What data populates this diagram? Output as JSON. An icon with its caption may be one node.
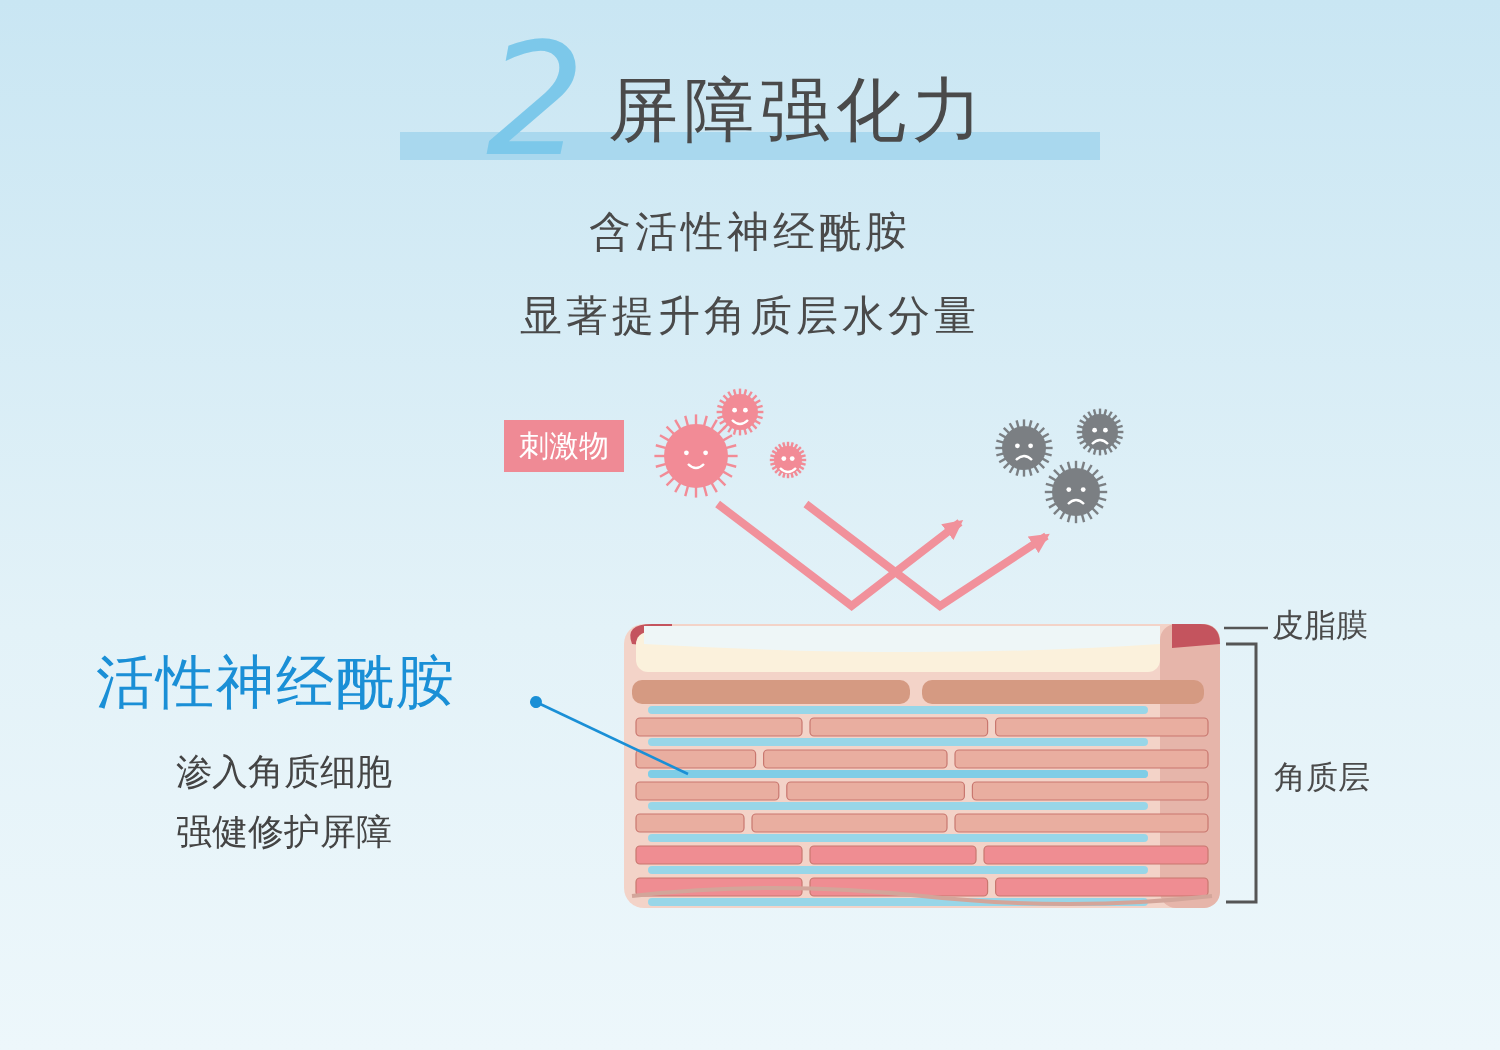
{
  "diagram": {
    "title": "屏障强化力",
    "nodes": [
      {
        "text": [
          "刺激物"
        ]
      },
      {
        "text": [],
        "shape": "picture"
      },
      {
        "text": [],
        "shape": "picture"
      },
      {
        "text": [],
        "shape": "picture"
      },
      {
        "text": [
          "活性神经酰胺",
          "渗入角质细胞",
          "强健修护屏障"
        ]
      },
      {
        "text": [],
        "shape": "bar",
        "in": 3
      },
      {
        "text": [
          "皮脂膜"
        ]
      }
    ],
    "edges": [
      {
        "from": 1,
        "to": 2,
        "arrow": "to",
        "style": "thick"
      },
      {
        "from": 1,
        "to": 2,
        "arrow": "to",
        "style": "thick"
      },
      {
        "from": 4,
        "to": 5,
        "arrow": "other",
        "color": "#1a8fd6"
      },
      {
        "from": 6,
        "to": 3,
        "arrow": "none",
        "color": "#555555"
      }
    ],
    "labels": [
      "2",
      "含活性神经酰胺",
      "显著提升角质层水分量",
      "角质层"
    ]
  }
}
